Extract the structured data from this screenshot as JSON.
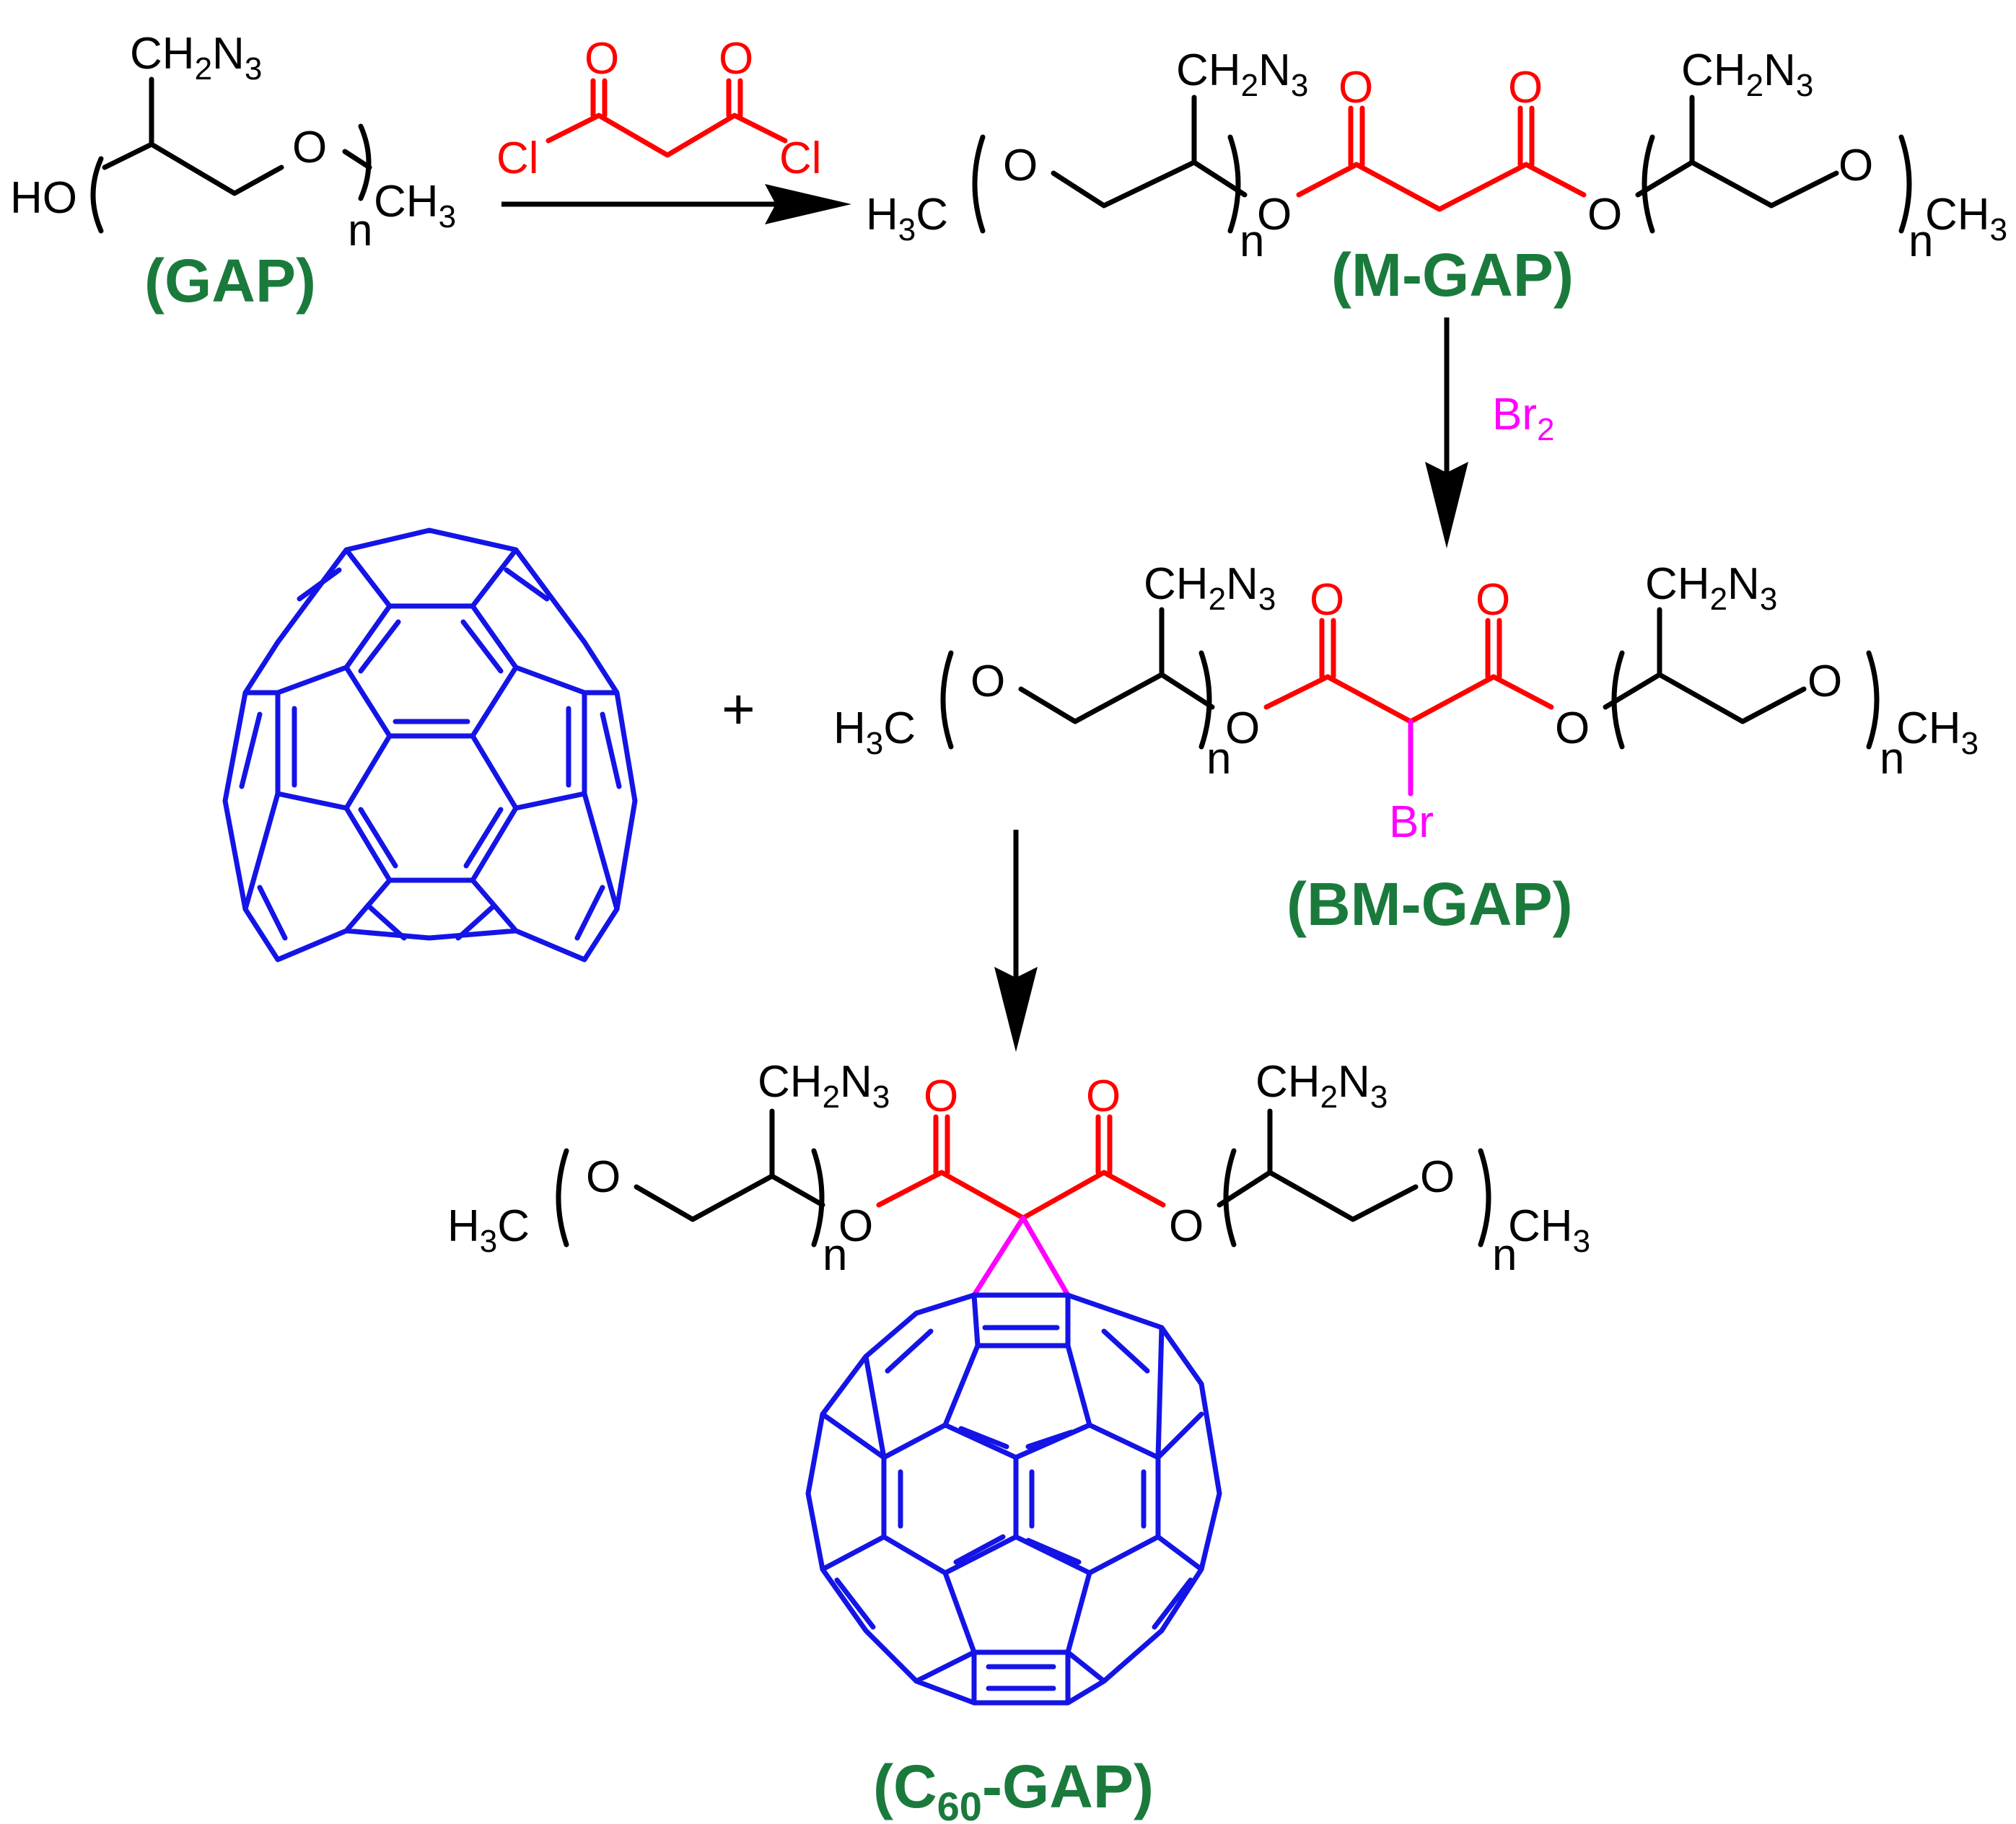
{
  "colors": {
    "black": "#000000",
    "red": "#ff0000",
    "magenta": "#ff00ff",
    "green": "#1a7a3c",
    "blue": "#1414e6"
  },
  "atoms": {
    "ch2": "CH",
    "two": "2",
    "n": "N",
    "three": "3",
    "ho": "HO",
    "o": "O",
    "cl": "Cl",
    "ch": "CH",
    "h": "H",
    "c": "C",
    "repeat_n": "n",
    "br": "Br",
    "plus": "+"
  },
  "labels": {
    "gap": "(GAP)",
    "m_gap": "(M-GAP)",
    "bm_gap": "(BM-GAP)",
    "c60_gap_open": "(C",
    "c60_gap_sub": "60",
    "c60_gap_rest": "-GAP)"
  },
  "reagents": {
    "br2_main": "Br",
    "br2_sub": "2"
  }
}
